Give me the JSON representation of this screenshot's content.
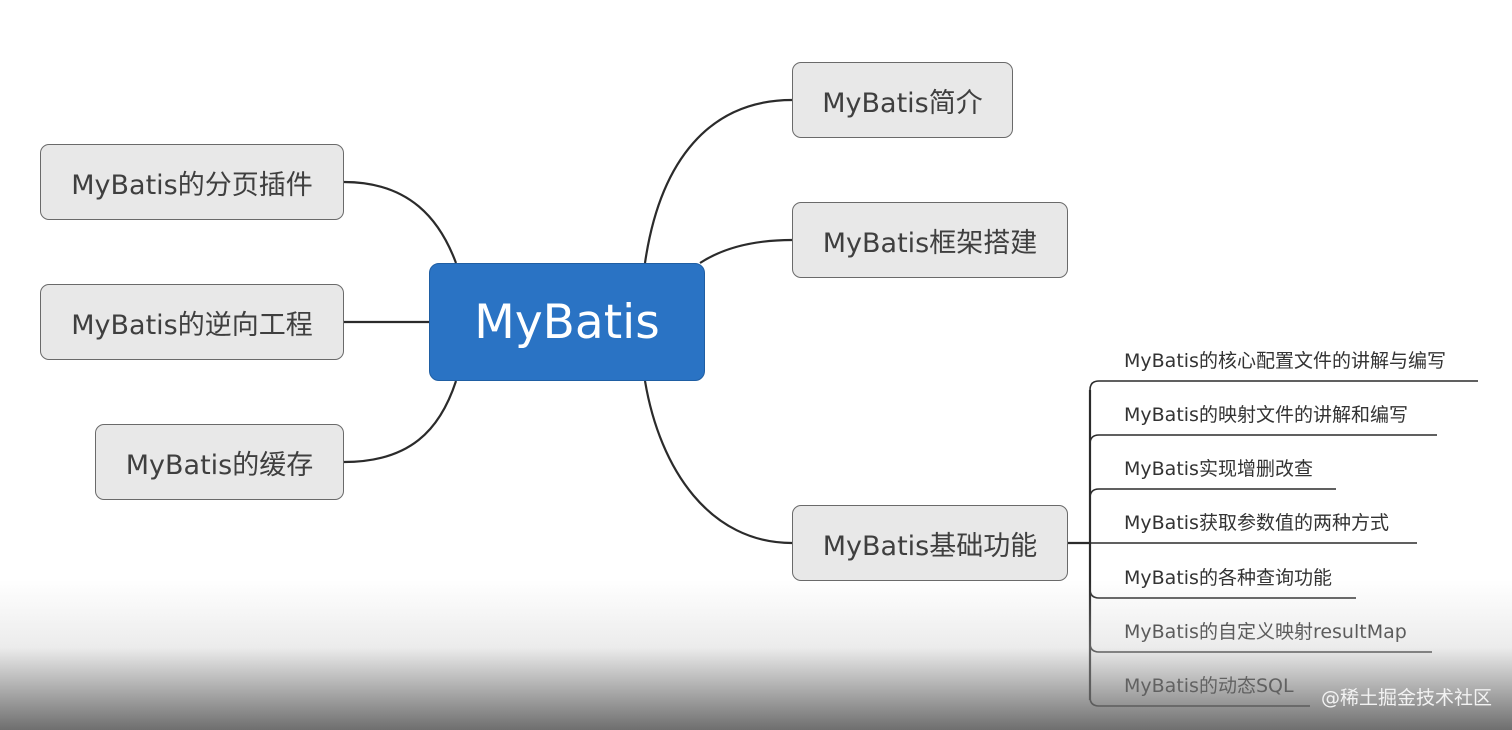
{
  "colors": {
    "center_bg": "#2a73c4",
    "center_text": "#ffffff",
    "node_bg": "#e8e8e8",
    "node_border": "#6a6a6a",
    "link": "#2b2b2b"
  },
  "mindmap": {
    "center": "MyBatis",
    "left_branches": [
      "MyBatis的分页插件",
      "MyBatis的逆向工程",
      "MyBatis的缓存"
    ],
    "right_branches": [
      "MyBatis简介",
      "MyBatis框架搭建",
      "MyBatis基础功能"
    ],
    "sub_items": [
      "MyBatis的核心配置文件的讲解与编写",
      "MyBatis的映射文件的讲解和编写",
      "MyBatis实现增删改查",
      "MyBatis获取参数值的两种方式",
      "MyBatis的各种查询功能",
      "MyBatis的自定义映射resultMap",
      "MyBatis的动态SQL"
    ]
  },
  "watermark": "@稀土掘金技术社区"
}
